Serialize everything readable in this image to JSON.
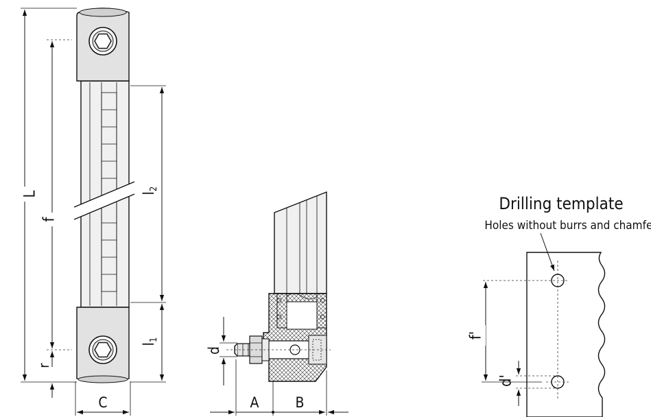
{
  "front_view": {
    "labels": {
      "L": "L",
      "f": "f",
      "r": "r",
      "l2": "l",
      "l2_sub": "2",
      "l1": "l",
      "l1_sub": "1",
      "C": "C"
    }
  },
  "section_view": {
    "labels": {
      "d": "d",
      "A": "A",
      "B": "B"
    }
  },
  "drilling_template": {
    "title": "Drilling template",
    "note": "Holes without burrs and chamfer",
    "labels": {
      "f_prime": "f'",
      "d_prime": "d'"
    }
  },
  "colors": {
    "cap_fill": "#e2e2e2",
    "tube_fill": "#f0f0f0",
    "line": "#111111",
    "hatch": "#555555"
  }
}
